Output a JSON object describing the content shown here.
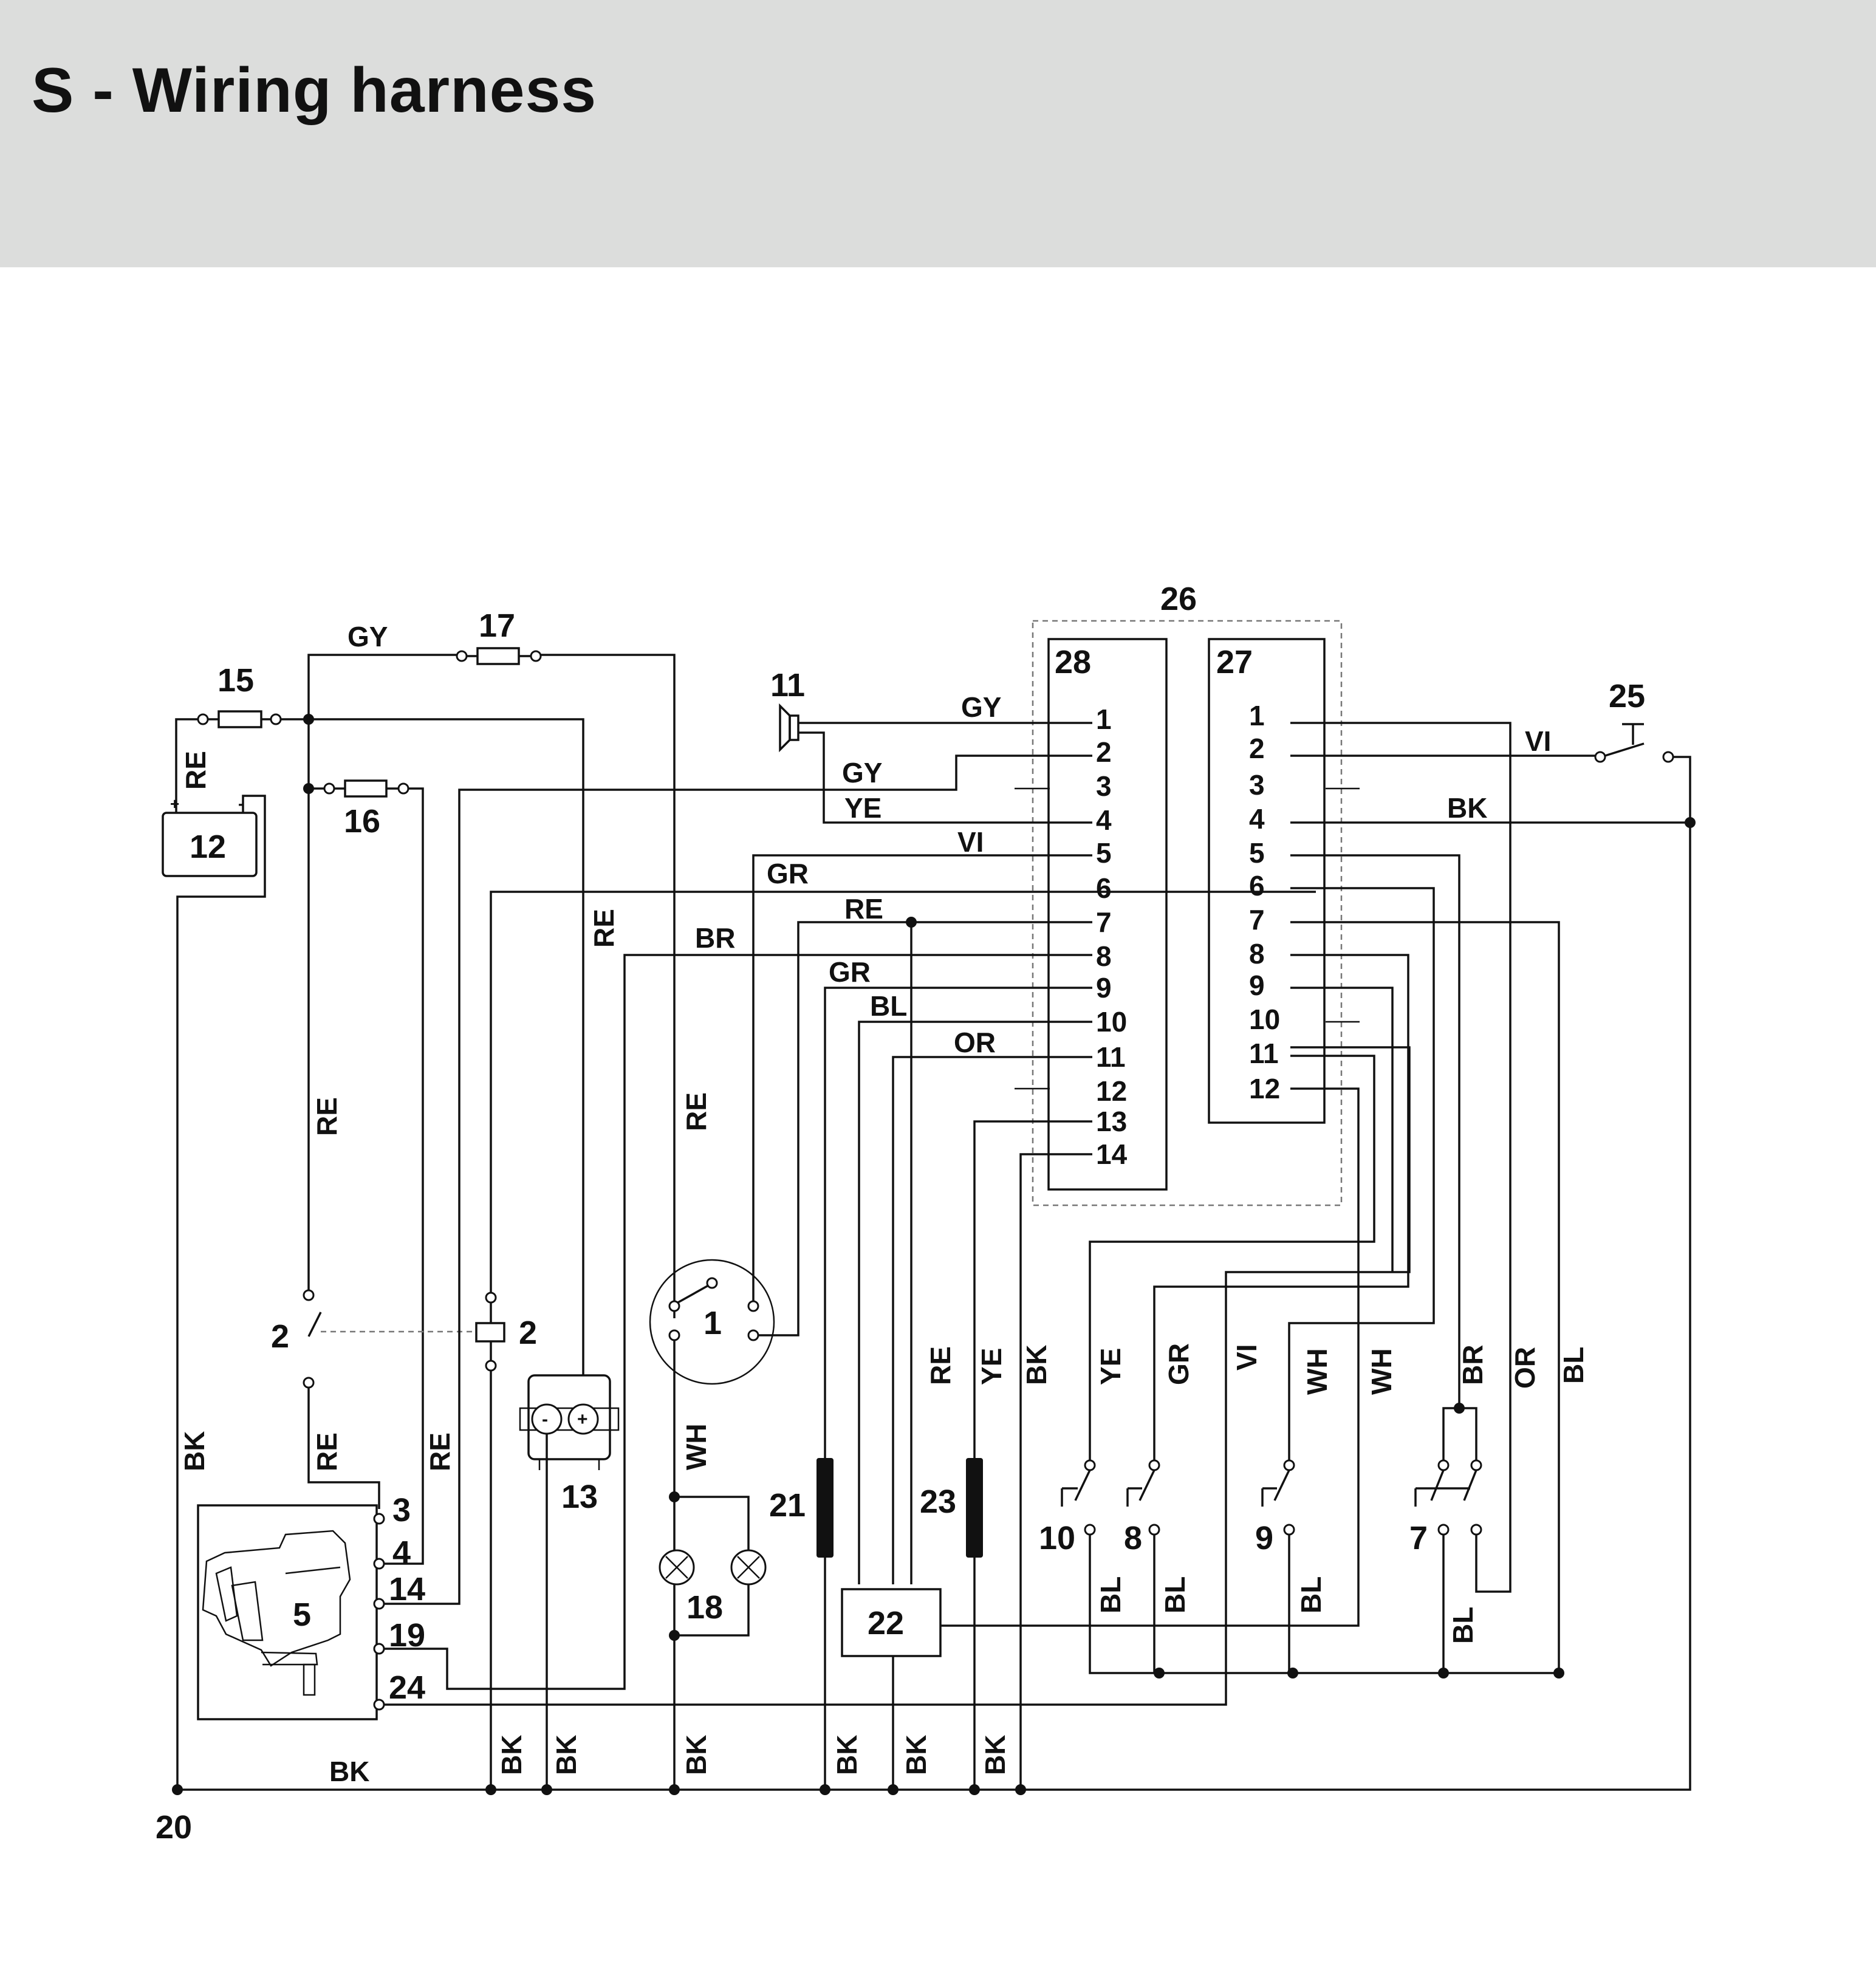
{
  "header": {
    "title": "S - Wiring harness"
  },
  "components": {
    "c1": "1",
    "c2a": "2",
    "c2b": "2",
    "c5": "5",
    "c7": "7",
    "c8": "8",
    "c9": "9",
    "c10": "10",
    "c11": "11",
    "c12": "12",
    "c13": "13",
    "c15": "15",
    "c16": "16",
    "c17": "17",
    "c18": "18",
    "c20": "20",
    "c21": "21",
    "c22": "22",
    "c23": "23",
    "c25": "25",
    "c26": "26",
    "c27": "27",
    "c28": "28"
  },
  "battery": {
    "plus": "+",
    "minus": "-"
  },
  "terminal_13": {
    "minus": "-",
    "plus": "+"
  },
  "engine_terminals": [
    "3",
    "4",
    "14",
    "19",
    "24"
  ],
  "connector_28_pins": [
    "1",
    "2",
    "3",
    "4",
    "5",
    "6",
    "7",
    "8",
    "9",
    "10",
    "11",
    "12",
    "13",
    "14"
  ],
  "connector_27_pins": [
    "1",
    "2",
    "3",
    "4",
    "5",
    "6",
    "7",
    "8",
    "9",
    "10",
    "11",
    "12"
  ],
  "wire_colors": {
    "w_gy_top": "GY",
    "w_re_bat": "RE",
    "w_re_mid": "RE",
    "w_re_col": "RE",
    "w_re_left": "RE",
    "w_re_sw": "RE",
    "w_re_eng": "RE",
    "w_bk_left": "BK",
    "w_bk_bottom": "BK",
    "w_gy_1": "GY",
    "w_gy_2": "GY",
    "w_ye_4": "YE",
    "w_vi_5": "VI",
    "w_gr_6": "GR",
    "w_re_7": "RE",
    "w_br_8": "BR",
    "w_gr_9": "GR",
    "w_bl_10": "BL",
    "w_or_11": "OR",
    "w_vi_27_2": "VI",
    "w_bk_27_4": "BK",
    "w_wh_1": "WH",
    "w_re_v": "RE",
    "w_ye_v": "YE",
    "w_bk_v": "BK",
    "v_ye": "YE",
    "v_gr": "GR",
    "v_vi": "VI",
    "v_wh1": "WH",
    "v_wh2": "WH",
    "v_br": "BR",
    "v_or": "OR",
    "v_bl": "BL",
    "bl_10": "BL",
    "bl_8": "BL",
    "bl_9": "BL",
    "bl_7": "BL",
    "bk_1": "BK",
    "bk_2": "BK",
    "bk_3": "BK",
    "bk_4": "BK",
    "bk_5": "BK",
    "bk_6": "BK"
  }
}
